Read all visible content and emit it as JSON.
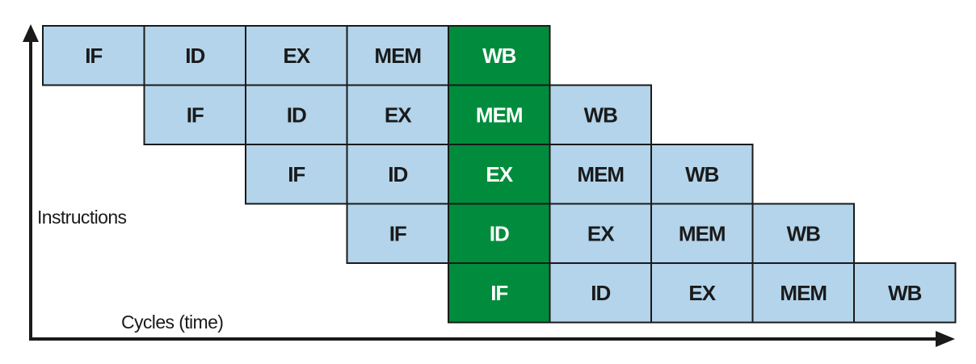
{
  "axes": {
    "y_label": "Instructions",
    "x_label": "Cycles (time)"
  },
  "pipeline": {
    "instructions": [
      {
        "offset": 0,
        "stages": [
          "IF",
          "ID",
          "EX",
          "MEM",
          "WB"
        ]
      },
      {
        "offset": 1,
        "stages": [
          "IF",
          "ID",
          "EX",
          "MEM",
          "WB"
        ]
      },
      {
        "offset": 2,
        "stages": [
          "IF",
          "ID",
          "EX",
          "MEM",
          "WB"
        ]
      },
      {
        "offset": 3,
        "stages": [
          "IF",
          "ID",
          "EX",
          "MEM",
          "WB"
        ]
      },
      {
        "offset": 4,
        "stages": [
          "IF",
          "ID",
          "EX",
          "MEM",
          "WB"
        ]
      }
    ],
    "highlighted_cycle": 5
  },
  "colors": {
    "cell_fill": "#b3d4ea",
    "cell_text": "#1a1a1a",
    "highlight_fill": "#008c3c",
    "highlight_text": "#ffffff",
    "border": "#1a1a1a",
    "axis": "#1a1a1a"
  }
}
